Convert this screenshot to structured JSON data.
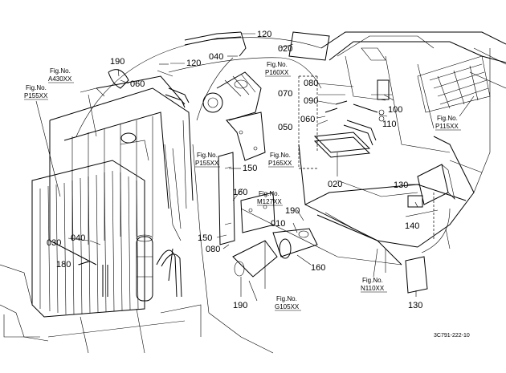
{
  "drawing_code": "3C791-222-10",
  "parts": {
    "p120_top": "120",
    "p120_mid": "120",
    "p040_top": "040",
    "p020_top": "020",
    "p190_top": "190",
    "p060_left": "060",
    "p080_right": "080",
    "p070": "070",
    "p090": "090",
    "p100": "100",
    "p110": "110",
    "p050": "050",
    "p060_right": "060",
    "p020_mid": "020",
    "p130_right": "130",
    "p140": "140",
    "p130_bottom": "130",
    "p150_top": "150",
    "p160_top": "160",
    "p150_bottom": "150",
    "p080_bottom": "080",
    "p190_mid": "190",
    "p010": "010",
    "p160_bottom": "160",
    "p190_bottom": "190",
    "p030": "030",
    "p040_left": "040",
    "p180": "180"
  },
  "fig_refs": {
    "a430": {
      "label": "Fig.No.",
      "number": "A430XX"
    },
    "p155_left": {
      "label": "Fig.No.",
      "number": "P155XX"
    },
    "p160": {
      "label": "Fig.No.",
      "number": "P160XX"
    },
    "p165": {
      "label": "Fig.No.",
      "number": "P165XX"
    },
    "p155_mid": {
      "label": "Fig.No.",
      "number": "P155XX"
    },
    "m127": {
      "label": "Fig.No.",
      "number": "M127XX"
    },
    "p115": {
      "label": "Fig.No.",
      "number": "P115XX"
    },
    "n110": {
      "label": "Fig.No.",
      "number": "N110XX"
    },
    "g105": {
      "label": "Fig.No.",
      "number": "G105XX"
    }
  }
}
